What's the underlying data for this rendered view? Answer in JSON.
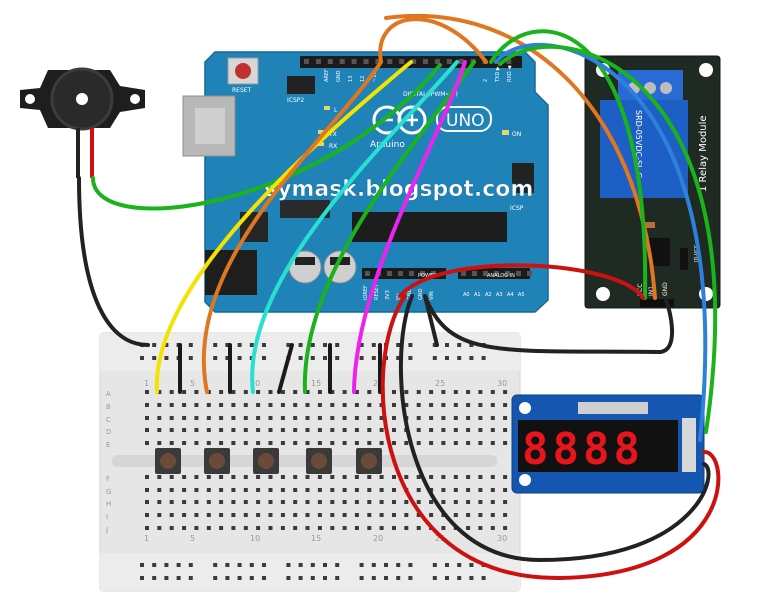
{
  "watermark": "symask.blogspot.com",
  "arduino": {
    "brand": "Arduino",
    "model": "UNO",
    "reset_label": "RESET",
    "icsp2_label": "ICSP2",
    "icsp_label": "ICSP",
    "l_label": "L",
    "tx_label": "TX",
    "rx_label": "RX",
    "on_label": "ON",
    "digital_label": "DIGITAL (PWM=~)",
    "power_label": "POWER",
    "analog_label": "ANALOG IN",
    "txd_label": "TXD ▶",
    "rxd_label": "RXD ◀",
    "aref_label": "AREF",
    "gnd_label": "GND",
    "pin_13": "13",
    "pin_12": "12",
    "pin_11": "~11",
    "pin_2": "2",
    "pin_1": "1",
    "ioref_label": "IOREF",
    "reset2_label": "RESET",
    "v33_label": "3V3",
    "v5_label": "5V",
    "gnd1_label": "GND",
    "gnd2_label": "GND",
    "vin_label": "VIN",
    "a0_label": "A0",
    "a1_label": "A1",
    "a2_label": "A2",
    "a3_label": "A3",
    "a4_label": "A4",
    "a5_label": "A5"
  },
  "relay": {
    "title": "1 Relay Module",
    "part": "SRD-05VDC-SL-C",
    "vcc_label": "VCC",
    "in1_label": "IN1",
    "gnd_label": "GND",
    "jd_label": "JD-VCC"
  },
  "display": {
    "digits": "8888"
  },
  "breadboard": {
    "col_1": "1",
    "col_5": "5",
    "col_10": "10",
    "col_15": "15",
    "col_20": "20",
    "col_25": "25",
    "col_30": "30",
    "row_a": "A",
    "row_b": "B",
    "row_c": "C",
    "row_d": "D",
    "row_e": "E",
    "row_f": "F",
    "row_g": "G",
    "row_h": "H",
    "row_i": "I",
    "row_j": "J"
  },
  "colors": {
    "arduino_blue": "#1f83b8",
    "relay_board": "#1e2a22",
    "display_board": "#1557b0",
    "segment_red": "#e8151d",
    "breadboard": "#e8e8e8",
    "wire_yellow": "#f4e300",
    "wire_orange": "#e0761f",
    "wire_cyan": "#28e0d0",
    "wire_green": "#1bb31b",
    "wire_magenta": "#ee22ee",
    "wire_red": "#cc1111",
    "wire_black": "#222222",
    "wire_blue": "#2f7fdc"
  }
}
